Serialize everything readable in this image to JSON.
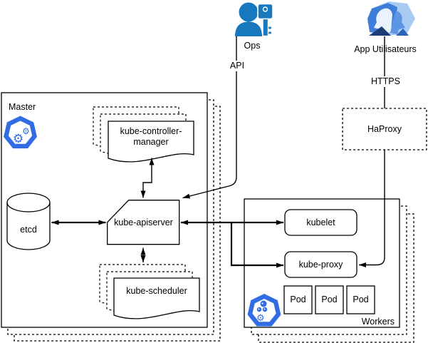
{
  "diagram": {
    "external": {
      "ops_label": "Ops",
      "ops_connection_label": "API",
      "users_label": "App Utilisateurs",
      "users_connection_label": "HTTPS",
      "haproxy_label": "HaProxy"
    },
    "master": {
      "label": "Master",
      "etcd_label": "etcd",
      "controller_manager_label": "kube-controller-manager",
      "apiserver_label": "kube-apiserver",
      "scheduler_label": "kube-scheduler"
    },
    "workers": {
      "label": "Workers",
      "kubelet_label": "kubelet",
      "kube_proxy_label": "kube-proxy",
      "pods": [
        "Pod",
        "Pod",
        "Pod"
      ]
    },
    "colors": {
      "kubernetes_blue": "#326CE5",
      "person_blue": "#1878BE",
      "line_black": "#000000",
      "users_dark_blue": "#1B3C77",
      "users_mid_blue": "#3F7ED8",
      "users_light_blue": "#A8CBF4"
    }
  }
}
